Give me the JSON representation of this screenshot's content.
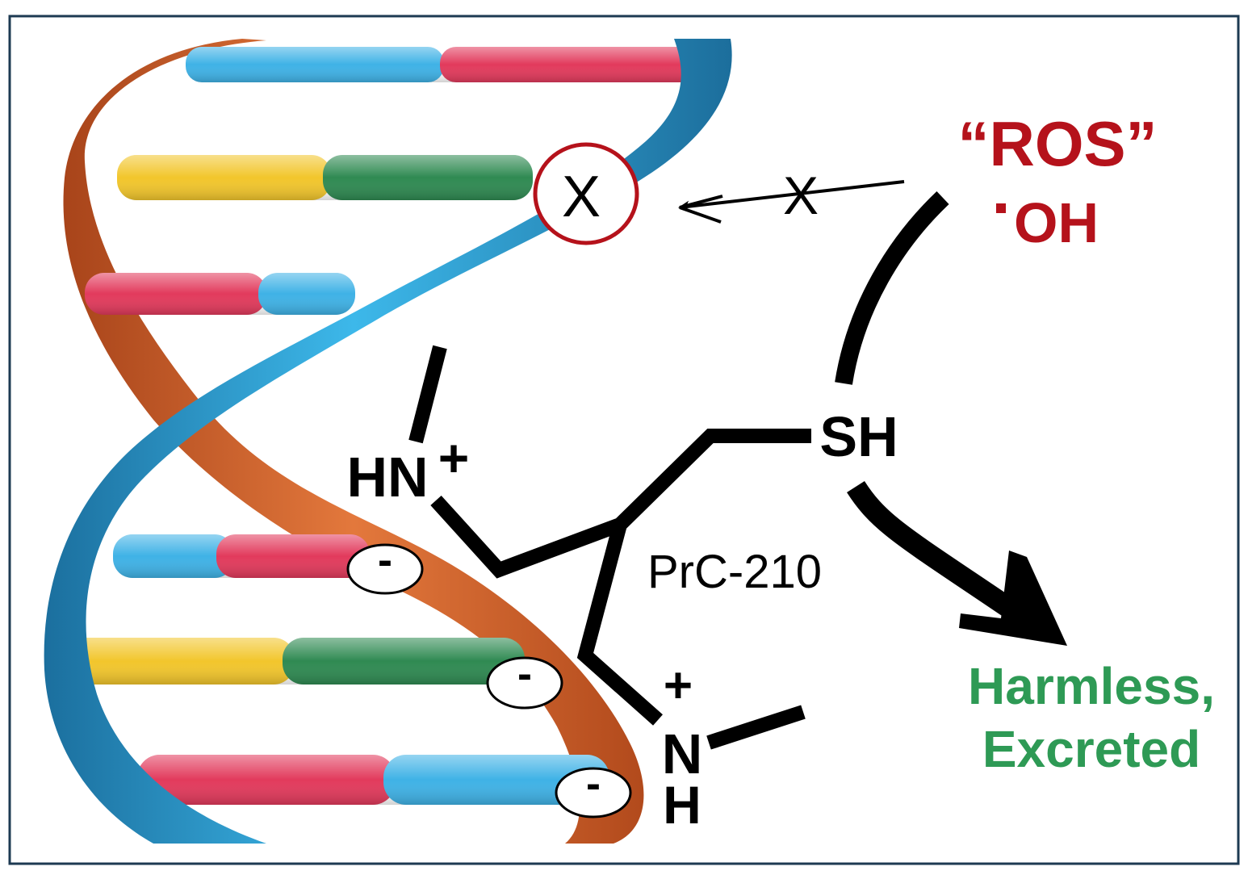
{
  "diagram": {
    "ros_label": "“ROS”",
    "oh_label": "OH",
    "radical_dot": "·",
    "blocked_mark": "X",
    "damage_site_mark": "X",
    "sh_label": "SH",
    "hn_label": "HN",
    "hn_charge": "+",
    "compound_label": "PrC-210",
    "n_label": "N",
    "h_label": "H",
    "nh_charge": "+",
    "phosphate_charge": "-",
    "outcome_line1": "Harmless,",
    "outcome_line2": "Excreted",
    "colors": {
      "ros_red": "#b5121b",
      "harmless_green": "#2e9a55",
      "strand_blue": "#2a9fd6",
      "strand_orange": "#d5622a",
      "base_red": "#e23a5c",
      "base_yellow": "#f2c62c",
      "base_green": "#2f8a52",
      "base_blue": "#3fb2e6",
      "frame": "#1d3a52"
    }
  }
}
